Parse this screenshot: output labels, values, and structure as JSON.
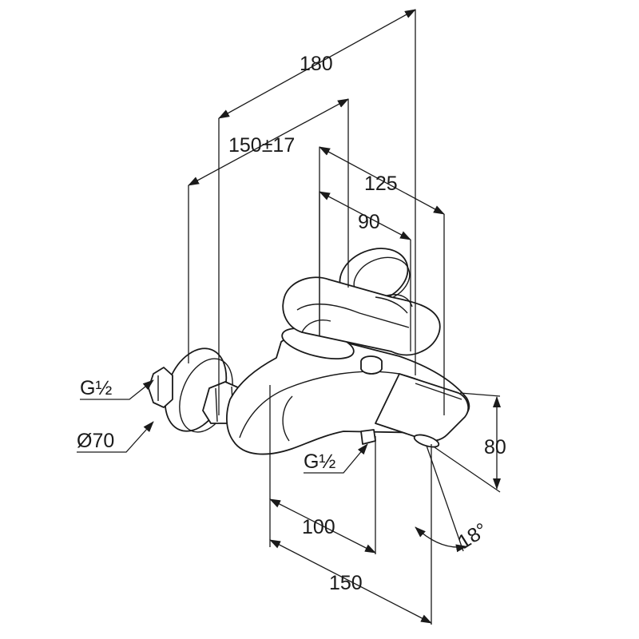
{
  "dimensions": {
    "overall_width": "180",
    "width_with_tolerance": "150±17",
    "center_distance": "125",
    "handle_offset": "90",
    "connection_thread_left": "G½",
    "rosette_diameter": "Ø70",
    "spout_connection_thread": "G½",
    "height": "80",
    "spout_reach_short": "100",
    "spout_reach_long": "150",
    "angle": "18°"
  },
  "colors": {
    "line": "#1a1a1a",
    "background": "#ffffff"
  }
}
